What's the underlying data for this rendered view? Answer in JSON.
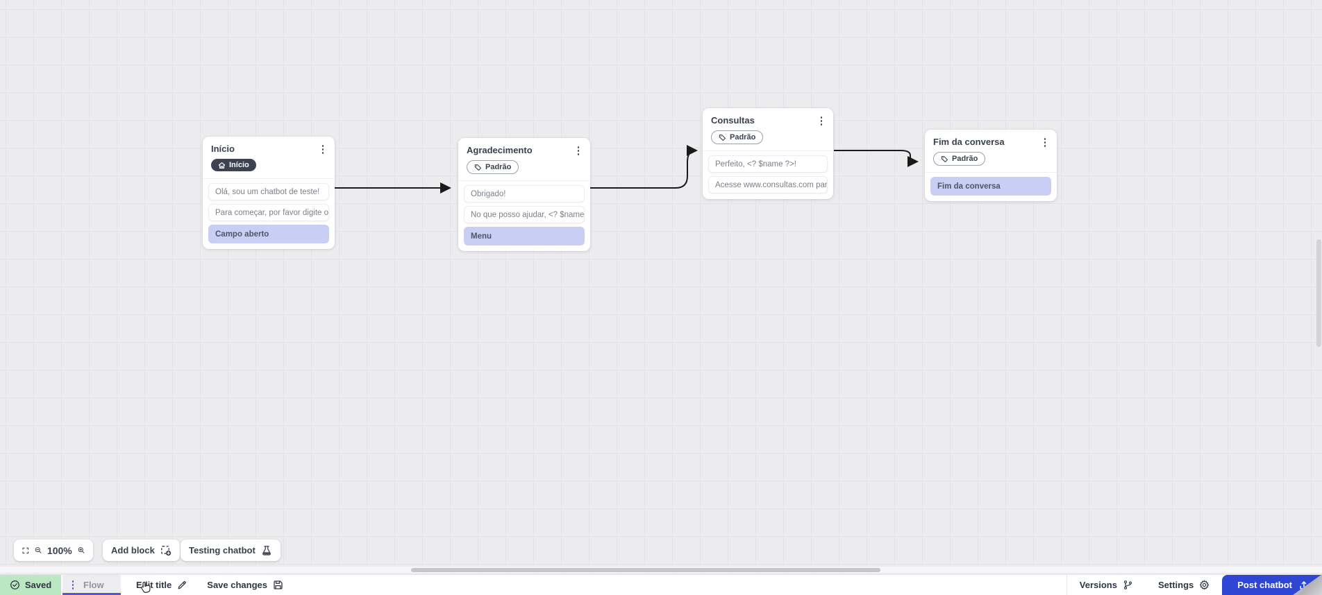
{
  "canvas": {
    "nodes": [
      {
        "title": "Início",
        "badge": {
          "label": "Início",
          "icon": "home-icon",
          "style": "dark"
        },
        "messages": [
          "Olá, sou um chatbot de teste!",
          "Para começar, por favor digite o ..."
        ],
        "options": [
          "Campo aberto"
        ]
      },
      {
        "title": "Agradecimento",
        "badge": {
          "label": "Padrão",
          "icon": "tag-icon",
          "style": "outline"
        },
        "messages": [
          "Obrigado!",
          "No que posso ajudar, <? $name ..."
        ],
        "options": [
          "Menu"
        ]
      },
      {
        "title": "Consultas",
        "badge": {
          "label": "Padrão",
          "icon": "tag-icon",
          "style": "outline"
        },
        "messages": [
          "Perfeito, <? $name ?>!",
          "Acesse www.consultas.com par..."
        ],
        "options": []
      },
      {
        "title": "Fim da conversa",
        "badge": {
          "label": "Padrão",
          "icon": "tag-icon",
          "style": "outline"
        },
        "messages": [],
        "options": [
          "Fim da conversa"
        ]
      }
    ],
    "connections": [
      {
        "from": "Início",
        "to": "Agradecimento"
      },
      {
        "from": "Agradecimento",
        "to": "Consultas"
      },
      {
        "from": "Consultas",
        "to": "Fim da conversa"
      }
    ]
  },
  "toolbar": {
    "zoom_level": "100%",
    "add_block_label": "Add block",
    "testing_label": "Testing chatbot"
  },
  "statusbar": {
    "saved_label": "Saved",
    "flow_tab_label": "Flow",
    "edit_title_label": "Edit title",
    "save_changes_label": "Save changes",
    "versions_label": "Versions",
    "settings_label": "Settings",
    "post_label": "Post chatbot"
  },
  "colors": {
    "accent_indigo": "#5558C9",
    "post_button_blue": "#2F46D2",
    "saved_green": "#BCE8C1",
    "option_highlight": "#C8CEF4",
    "badge_dark": "#3C4252",
    "canvas_bg": "#ECEBEE",
    "wire_black": "#1a1a1a"
  }
}
